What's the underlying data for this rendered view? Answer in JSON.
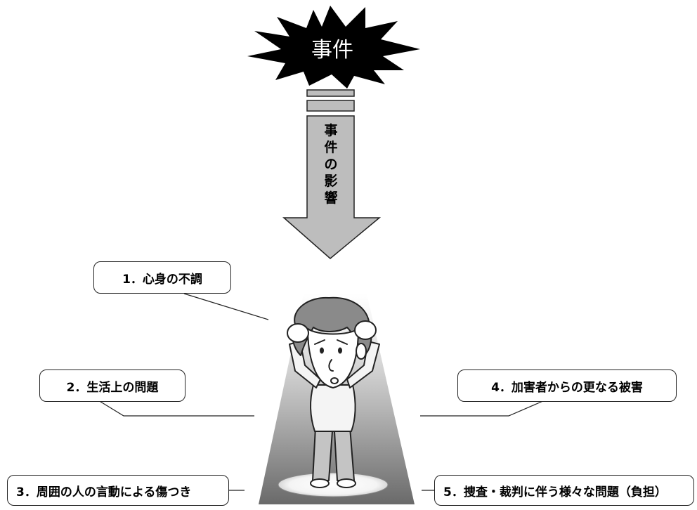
{
  "event": {
    "label": "事件",
    "burst_color": "#000000",
    "text_color": "#ffffff"
  },
  "arrow": {
    "label_chars": [
      "事",
      "件",
      "の",
      "影",
      "響"
    ],
    "fill_color": "#bdbdbd"
  },
  "effects": [
    {
      "id": "e1",
      "label": "1．心身の不調"
    },
    {
      "id": "e2",
      "label": "2．生活上の問題"
    },
    {
      "id": "e3",
      "label": "3．周囲の人の言動による傷つき"
    },
    {
      "id": "e4",
      "label": "4．加害者からの更なる被害"
    },
    {
      "id": "e5",
      "label": "5．捜査・裁判に伴う様々な問題（負担）"
    }
  ],
  "figure": {
    "icon": "distressed-person-icon"
  }
}
